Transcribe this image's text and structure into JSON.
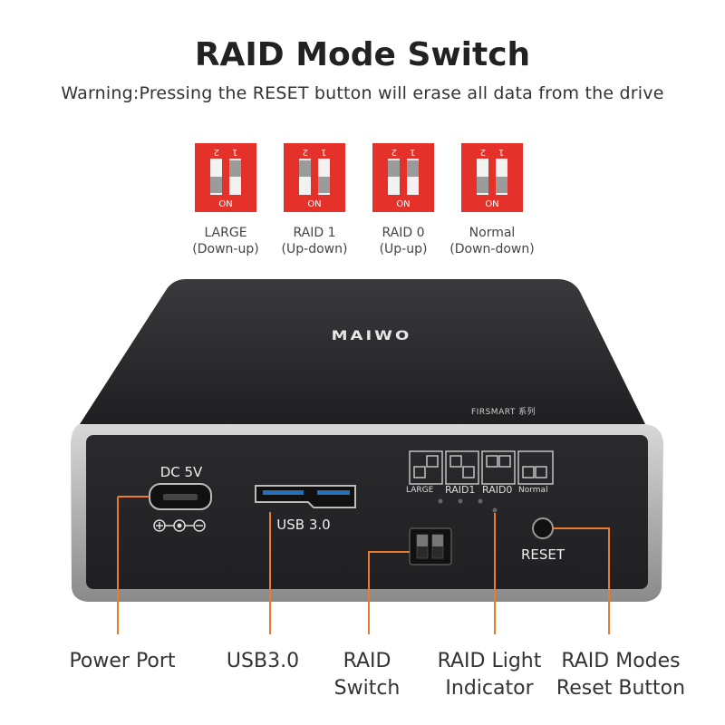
{
  "header": {
    "title": "RAID Mode Switch",
    "warning": "Warning:Pressing the RESET button will erase all data from the drive"
  },
  "modes": [
    {
      "name": "LARGE",
      "desc": "(Down-up)",
      "switch1": "down",
      "switch2": "up"
    },
    {
      "name": "RAID 1",
      "desc": "(Up-down)",
      "switch1": "up",
      "switch2": "down"
    },
    {
      "name": "RAID 0",
      "desc": "(Up-up)",
      "switch1": "up",
      "switch2": "up"
    },
    {
      "name": "Normal",
      "desc": "(Down-down)",
      "switch1": "down",
      "switch2": "down"
    }
  ],
  "dip_numbers": {
    "a": "2",
    "b": "1"
  },
  "dip_on_label": "ON",
  "device": {
    "brand": "MAIWO",
    "series": "FIRSMART 系列",
    "dc_label": "DC 5V",
    "usb_label": "USB 3.0",
    "panel_modes": [
      "LARGE",
      "RAID1",
      "RAID0",
      "Normal"
    ],
    "reset_label": "RESET"
  },
  "callouts": {
    "power": "Power Port",
    "usb": "USB3.0",
    "raid_switch_1": "RAID",
    "raid_switch_2": "Switch",
    "raid_light_1": "RAID Light",
    "raid_light_2": "Indicator",
    "reset_1": "RAID Modes",
    "reset_2": "Reset Button"
  },
  "colors": {
    "dip_red": "#e4322b",
    "callout_orange": "#ea7b2c",
    "device_dark": "#2a2a2c"
  }
}
